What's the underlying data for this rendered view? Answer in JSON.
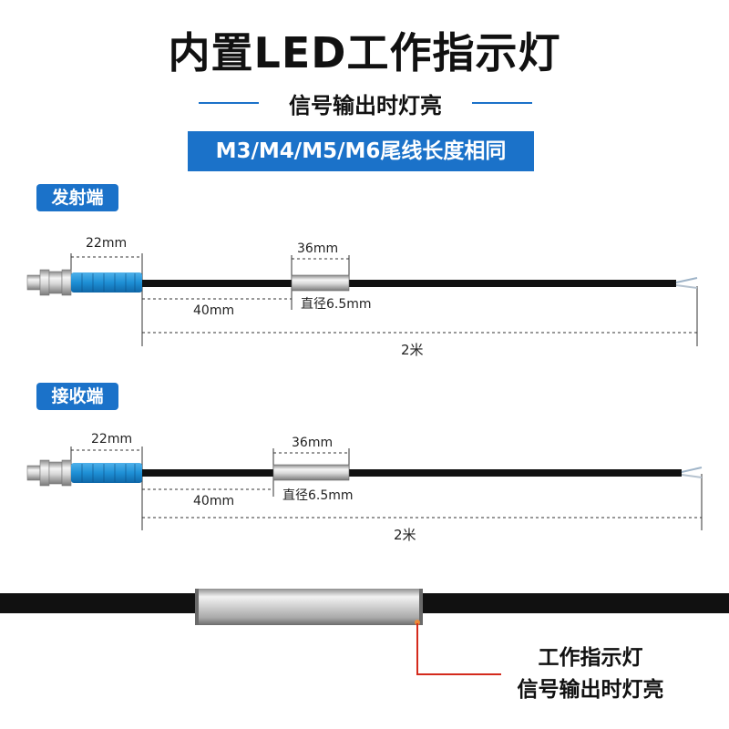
{
  "title": "内置LED工作指示灯",
  "subtitle": "信号输出时灯亮",
  "banner": "M3/M4/M5/M6尾线长度相同",
  "emitter": {
    "tag": "发射端",
    "dim_probe": "22mm",
    "dim_sleeve": "36mm",
    "dim_offset": "40mm",
    "diameter": "直径6.5mm",
    "cable_length": "2米"
  },
  "receiver": {
    "tag": "接收端",
    "dim_probe": "22mm",
    "dim_sleeve": "36mm",
    "dim_offset": "40mm",
    "diameter": "直径6.5mm",
    "cable_length": "2米"
  },
  "closeup": {
    "line1": "工作指示灯",
    "line2": "信号输出时灯亮"
  },
  "colors": {
    "accent_blue": "#1b72c9",
    "probe_blue": "#1e90d6",
    "cable": "#111111",
    "pointer_red": "#d42a1c"
  }
}
